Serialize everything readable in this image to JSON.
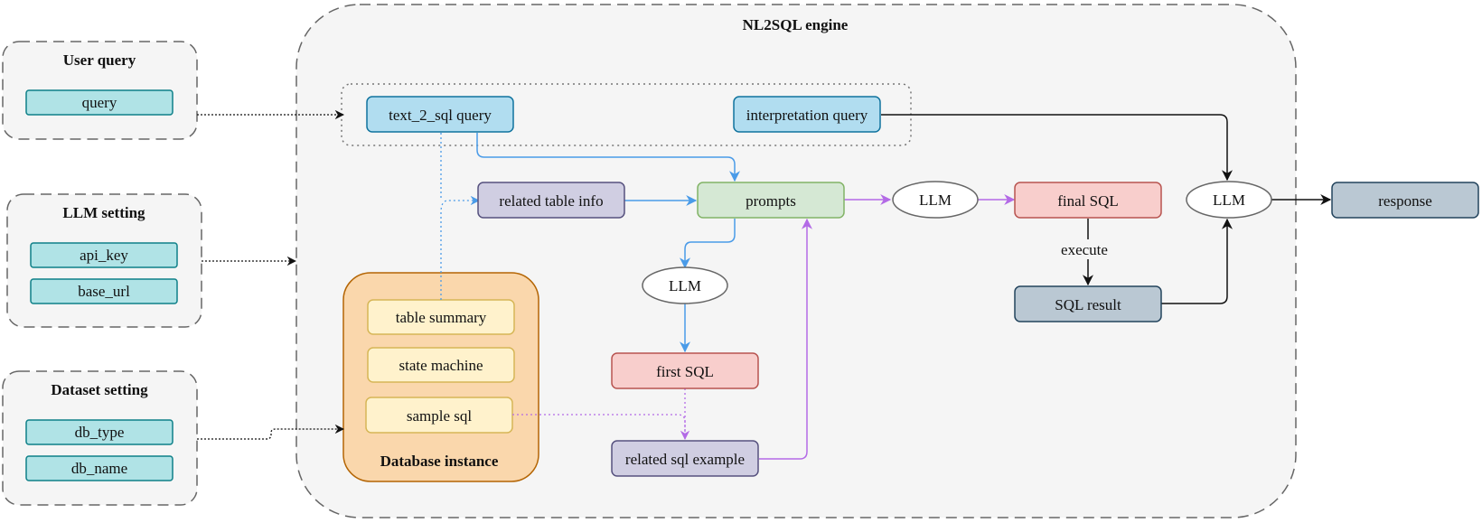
{
  "engine": {
    "title": "NL2SQL engine"
  },
  "user_query": {
    "title": "User query",
    "field": "query"
  },
  "llm_setting": {
    "title": "LLM setting",
    "fields": [
      "api_key",
      "base_url"
    ]
  },
  "dataset_setting": {
    "title": "Dataset setting",
    "fields": [
      "db_type",
      "db_name"
    ]
  },
  "queries": {
    "text2sql": "text_2_sql query",
    "interpretation": "interpretation query"
  },
  "database": {
    "title": "Database instance",
    "items": [
      "table summary",
      "state machine",
      "sample sql"
    ]
  },
  "nodes": {
    "related_table_info": "related table info",
    "prompts": "prompts",
    "llm": "LLM",
    "first_sql": "first SQL",
    "related_sql_example": "related sql example",
    "final_sql": "final SQL",
    "sql_result": "SQL result",
    "response": "response",
    "execute": "execute"
  },
  "colors": {
    "teal_fill": "#b0e3e6",
    "teal_stroke": "#0e8088",
    "blue_fill": "#b1ddf0",
    "blue_stroke": "#10739e",
    "purple_fill": "#d0cee2",
    "purple_stroke": "#56517e",
    "green_fill": "#d5e8d4",
    "green_stroke": "#82b366",
    "red_fill": "#f8cecc",
    "red_stroke": "#b85450",
    "slate_fill": "#bac8d3",
    "slate_stroke": "#23445d",
    "orange_fill": "#fad7ac",
    "orange_stroke": "#b46504",
    "cream_fill": "#fff2cc",
    "cream_stroke": "#d6b656",
    "blue_arrow": "#4a9be8",
    "purple_arrow": "#b36ae6",
    "black_arrow": "#111111"
  }
}
